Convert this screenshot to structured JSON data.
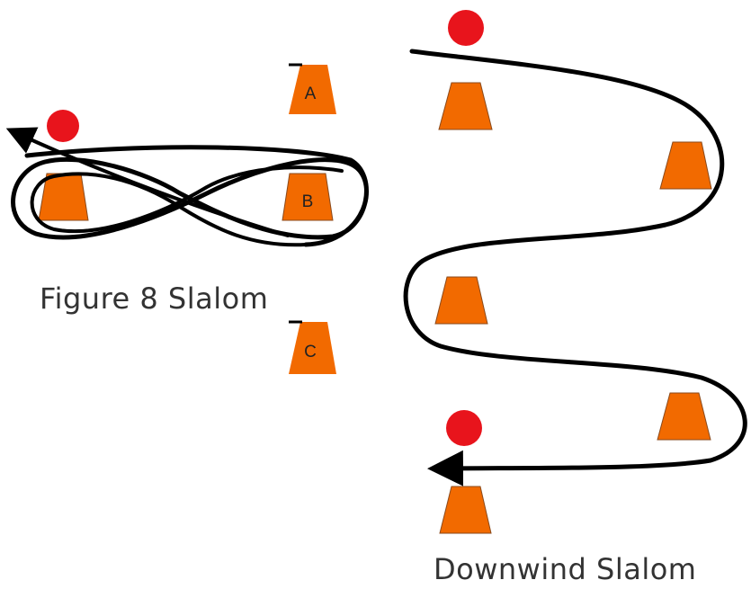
{
  "figure8": {
    "caption": "Figure 8 Slalom"
  },
  "downwind": {
    "caption": "Downwind Slalom"
  },
  "cone_labels": {
    "a": "A",
    "b": "B",
    "c": "C"
  },
  "colors": {
    "cone": "#f26a00",
    "buoy": "#e8141c",
    "path": "#000000"
  }
}
